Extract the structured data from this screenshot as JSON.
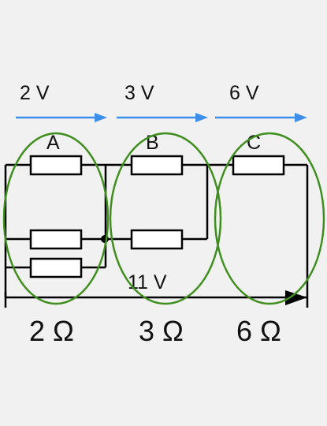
{
  "voltages": {
    "a": "2 V",
    "b": "3 V",
    "c": "6 V",
    "total": "11 V"
  },
  "sections": {
    "a": "A",
    "b": "B",
    "c": "C"
  },
  "resistances": {
    "a": "2 Ω",
    "b": "3 Ω",
    "c": "6 Ω"
  },
  "colors": {
    "arrow": "#3c8ee8",
    "ring": "#3f8f1f",
    "wire": "#000000",
    "background": "#f1f1f1"
  }
}
